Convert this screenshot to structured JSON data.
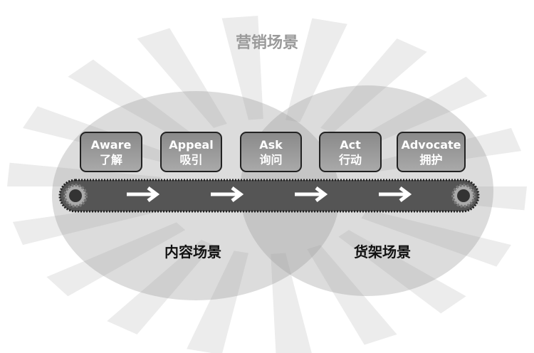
{
  "title": "营销场景",
  "steps": [
    {
      "en": "Aware",
      "cn": "了解"
    },
    {
      "en": "Appeal",
      "cn": "吸引"
    },
    {
      "en": "Ask",
      "cn": "询问"
    },
    {
      "en": "Act",
      "cn": "行动"
    },
    {
      "en": "Advocate",
      "cn": "拥护"
    }
  ],
  "zones": {
    "left": "内容场景",
    "right": "货架场景"
  },
  "colors": {
    "step_fill": "#999999",
    "belt": "#555555",
    "ellipse": "#b0b0b0"
  }
}
